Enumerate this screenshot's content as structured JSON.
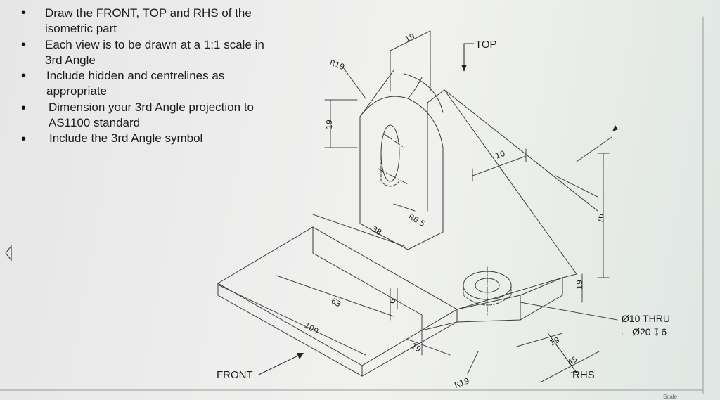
{
  "instructions": [
    {
      "lines": [
        "Draw the FRONT, TOP and RHS of the",
        "isometric part"
      ]
    },
    {
      "lines": [
        "Each view is to be drawn at a 1:1 scale in",
        "3rd Angle"
      ]
    },
    {
      "lines": [
        "Include hidden and centrelines as",
        "appropriate"
      ]
    },
    {
      "lines": [
        "Dimension your 3rd Angle projection to",
        "AS1100 standard"
      ]
    },
    {
      "lines": [
        "Include the 3rd Angle symbol"
      ]
    }
  ],
  "bullet_char": "•",
  "views": {
    "top": "TOP",
    "front": "FRONT",
    "rhs": "RHS"
  },
  "dimensions": {
    "d19_top": "19",
    "r19_top": "R19",
    "d19_left": "19",
    "d10": "10",
    "r6_5": "R6.5",
    "d38": "38",
    "d76": "76",
    "d19_right": "19",
    "d63": "63",
    "d6": "6",
    "d100": "100",
    "d19_bottom": "19",
    "d19_mid": "19",
    "d45": "45",
    "r19_bottom": "R19"
  },
  "hole_note": {
    "line1": "Ø10 THRU",
    "line2": "⌴ Ø20 ↧ 6"
  },
  "scale_tab": "Scale"
}
